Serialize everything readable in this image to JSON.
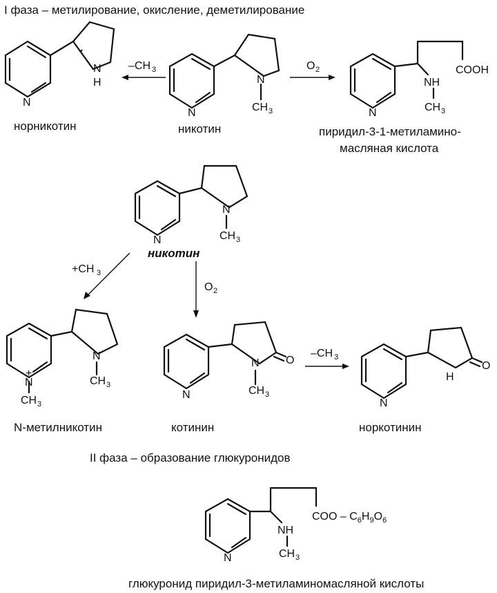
{
  "phase1": {
    "title": "I фаза – метилирование, окисление, деметилирование"
  },
  "phase2": {
    "title": "II фаза – образование глюкуронидов"
  },
  "compounds": {
    "nornicotine": "норникотин",
    "nicotine_top": "никотин",
    "pyridyl_acid_line1": "пиридил-3-1-метиламино-",
    "pyridyl_acid_line2": "масляная   кислота",
    "nicotine_mid": "никотин",
    "n_methylnicotine": "N-метилникотин",
    "cotinine": "котинин",
    "norcotinine": "норкотинин",
    "glucuronide": "глюкуронид пиридил-3-метиламиномасляной кислоты"
  },
  "reagents": {
    "minus_ch3_1": "–CH",
    "o2_1": "O",
    "plus_ch3": "+CH",
    "o2_2": "O",
    "minus_ch3_2": "–CH",
    "subscript_3": "3",
    "subscript_2": "2"
  },
  "atoms": {
    "N": "N",
    "NH": "NH",
    "H": "H",
    "CH": "CH",
    "COOH": "COOH",
    "O": "O",
    "plus": "+",
    "COO_line": "COO – C",
    "sub_6": "6",
    "H_": "H",
    "sub_9": "9",
    "O_": "O"
  }
}
